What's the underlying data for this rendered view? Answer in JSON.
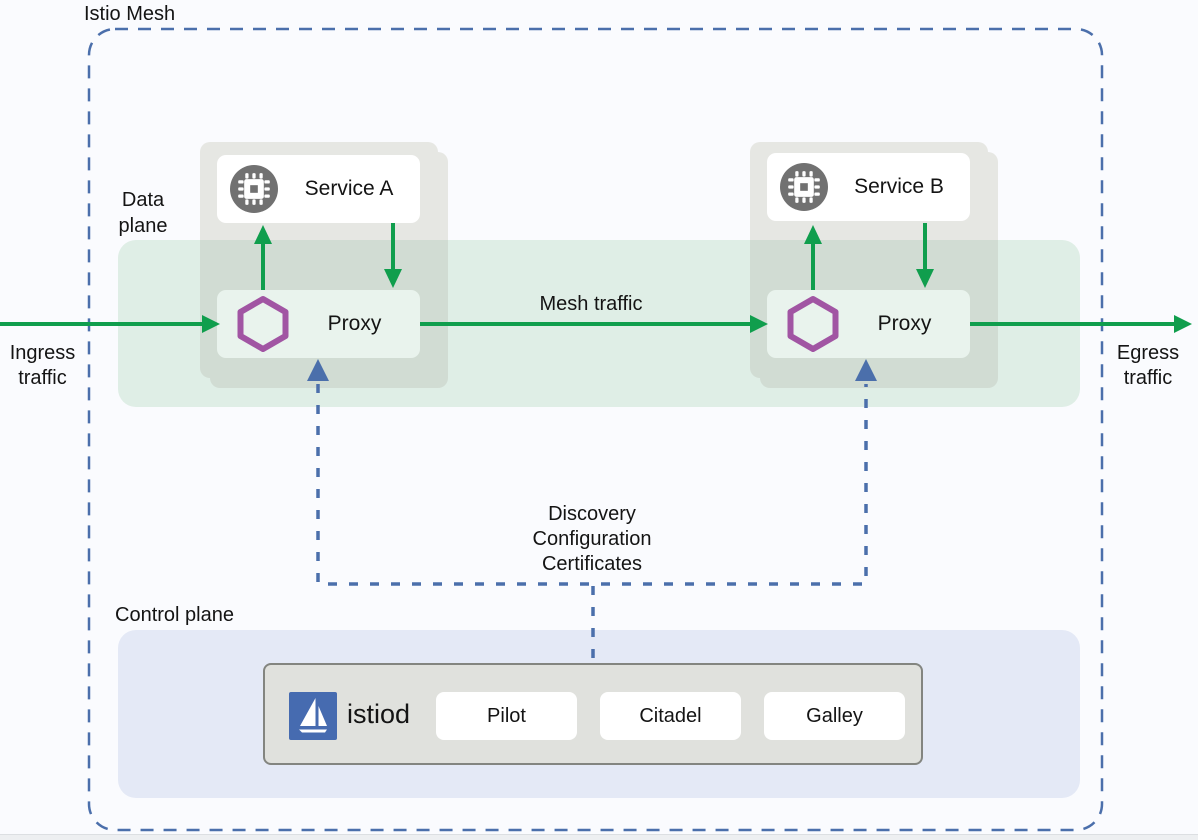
{
  "title": "Istio Mesh",
  "planes": {
    "data_plane_label": "Data\nplane",
    "control_plane_label": "Control plane"
  },
  "traffic": {
    "ingress_label": "Ingress\ntraffic",
    "egress_label": "Egress\ntraffic",
    "mesh_label": "Mesh traffic",
    "control_channel_label": "Discovery\nConfiguration\nCertificates"
  },
  "services": [
    {
      "service_label": "Service A",
      "proxy_label": "Proxy"
    },
    {
      "service_label": "Service B",
      "proxy_label": "Proxy"
    }
  ],
  "istiod": {
    "label": "istiod",
    "components": [
      "Pilot",
      "Citadel",
      "Galley"
    ]
  },
  "icons": {
    "service_icon": "chip-icon",
    "proxy_icon": "envoy-hexagon-icon",
    "istiod_icon": "istio-sail-logo"
  },
  "colors": {
    "traffic_green": "#109e4d",
    "control_blue": "#4b6fab",
    "proxy_purple": "#a155a3",
    "data_plane_band": "#dfeee6",
    "control_plane_band": "#e4e9f6",
    "service_icon_gray": "#717171",
    "istio_logo_blue": "#466bb0",
    "card_gray": "#e6e7e3",
    "istiod_box_gray": "#e0e1dd"
  }
}
